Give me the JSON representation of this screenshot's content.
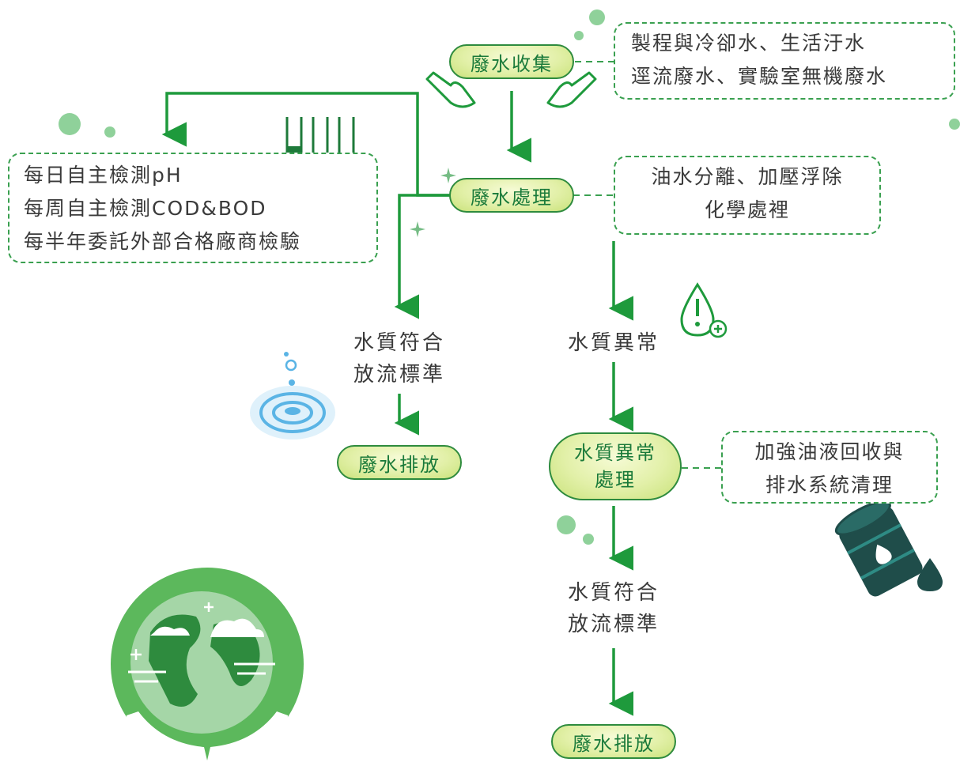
{
  "nodes": {
    "collect": "廢水收集",
    "treat": "廢水處理",
    "discharge_left": "廢水排放",
    "abnormal_handle_line1": "水質異常",
    "abnormal_handle_line2": "處理",
    "discharge_right": "廢水排放"
  },
  "notes": {
    "sources": [
      "製程與冷卻水、生活汙水",
      "逕流廢水、實驗室無機廢水"
    ],
    "methods": [
      "油水分離、加壓浮除",
      "化學處裡"
    ],
    "monitoring": [
      "每日自主檢測pH",
      "每周自主檢測COD&BOD",
      "每半年委託外部合格廠商檢驗"
    ],
    "remedy": [
      "加強油液回收與",
      "排水系統清理"
    ]
  },
  "labels": {
    "compliant_left": [
      "水質符合",
      "放流標準"
    ],
    "abnormal": "水質異常",
    "compliant_right": [
      "水質符合",
      "放流標準"
    ]
  },
  "colors": {
    "arrow": "#1e9a3c",
    "pill_border": "#2e8b3e",
    "pill_text": "#1a7a3a",
    "dashed": "#3aa050",
    "dot": "#8fd19a",
    "globe_bg": "#5cb85c",
    "globe_land": "#2e8b3e",
    "globe_water": "#a5d6a7",
    "barrel": "#1f4d4a",
    "water": "#5ab4e5"
  },
  "icons": [
    "hands-icon",
    "test-tubes-icon",
    "water-drop-icon",
    "warning-drop-icon",
    "oil-barrel-icon",
    "oil-drop-icon",
    "globe-hands-icon",
    "sparkle-icon"
  ]
}
